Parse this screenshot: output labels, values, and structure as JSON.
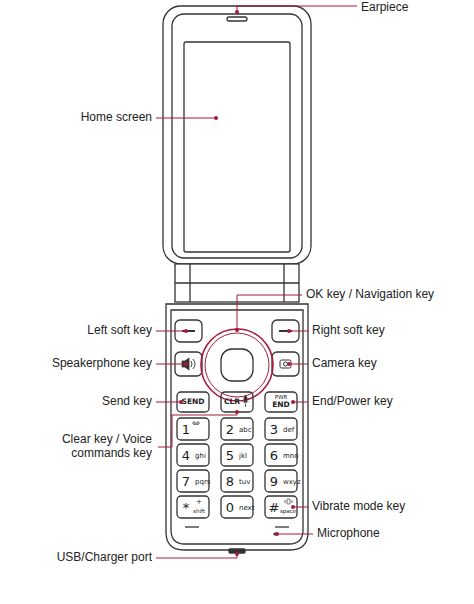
{
  "diagram": {
    "labels": [
      "Earpiece",
      "Home screen",
      "OK key / Navigation key",
      "Left soft key",
      "Right soft key",
      "Speakerphone key",
      "Camera key",
      "Send key",
      "End/Power key",
      "Clear key / Voice commands key",
      "Vibrate mode key",
      "Microphone",
      "USB/Charger port",
      "SEND",
      "CLR",
      "PWR",
      "END",
      "1",
      "2",
      "abc",
      "3",
      "def",
      "4",
      "ghi",
      "5",
      "jkl",
      "6",
      "mno",
      "7",
      "pqrs",
      "8",
      "tuv",
      "9",
      "wxyz",
      "*",
      "+",
      "shift",
      "0",
      "next",
      "#",
      "space"
    ]
  }
}
